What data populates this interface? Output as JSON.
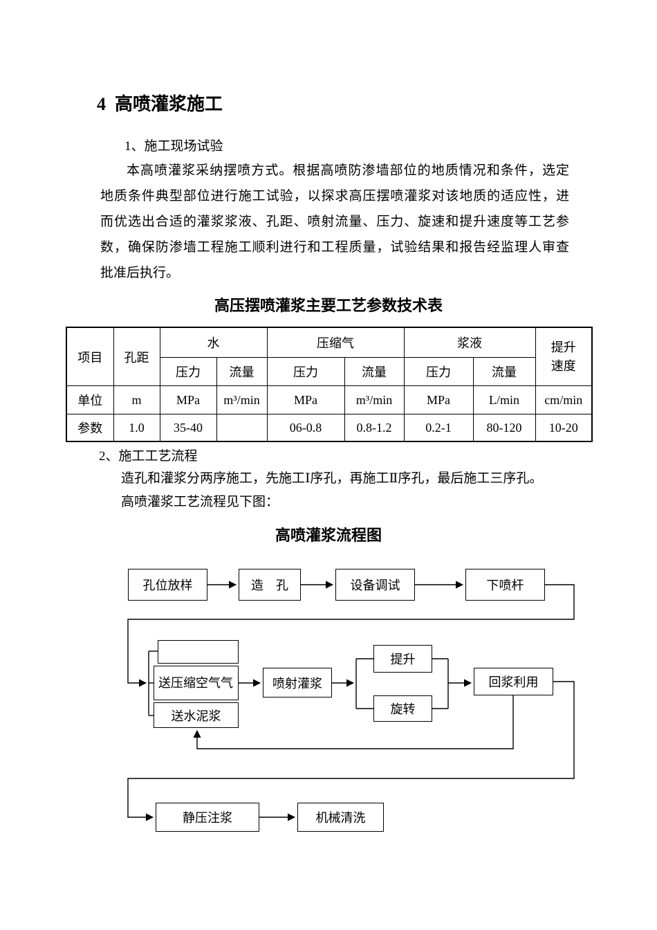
{
  "page": {
    "heading": "4  高喷灌浆施工",
    "section1_label": "1、施工现场试验",
    "body_lines": [
      "本高喷灌浆采纳摆喷方式。根据高喷防渗墙部位的地质情况和条件，选定",
      "地质条件典型部位进行施工试验，以探求高压摆喷灌浆对该地质的适应性，进",
      "而优选出合适的灌浆浆液、孔距、喷射流量、压力、旋速和提升速度等工艺参",
      "数，确保防渗墙工程施工顺利进行和工程质量，试验结果和报告经监理人审查",
      "批准后执行。"
    ],
    "section2_label": "2、施工工艺流程",
    "section2_line1": "造孔和灌浆分两序施工，先施工Ⅰ序孔，再施工Ⅱ序孔，最后施工三序孔。",
    "section2_line2": "高喷灌浆工艺流程见下图："
  },
  "table": {
    "title": "高压摆喷灌浆主要工艺参数技术表",
    "h_item": "项目",
    "h_spacing": "孔距",
    "h_water": "水",
    "h_air": "压缩气",
    "h_slurry": "浆液",
    "h_lift": "提升速度",
    "h_pressure": "压力",
    "h_flow": "流量",
    "unit_label": "单位",
    "units": [
      "m",
      "MPa",
      "m³/min",
      "MPa",
      "m³/min",
      "MPa",
      "L/min",
      "cm/min"
    ],
    "param_label": "参数",
    "params": [
      "1.0",
      "35-40",
      "",
      "06-0.8",
      "0.8-1.2",
      "0.2-1",
      "80-120",
      "10-20"
    ]
  },
  "flowchart": {
    "title": "高喷灌浆流程图",
    "boxes": {
      "b1": "孔位放样",
      "b2": "造　孔",
      "b3": "设备调试",
      "b4": "下喷杆",
      "b5": "",
      "b6": "送压缩空气气",
      "b7": "送水泥浆",
      "b8": "喷射灌浆",
      "b9": "提升",
      "b10": "旋转",
      "b11": "回浆利用",
      "b12": "静压注浆",
      "b13": "机械清洗"
    }
  }
}
